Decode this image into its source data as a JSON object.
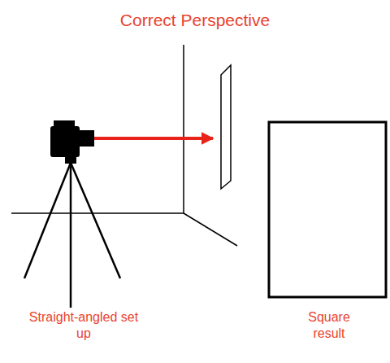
{
  "diagram": {
    "title": "Correct Perspective",
    "labels": [
      "Straight-angled set up",
      "Square result"
    ]
  }
}
